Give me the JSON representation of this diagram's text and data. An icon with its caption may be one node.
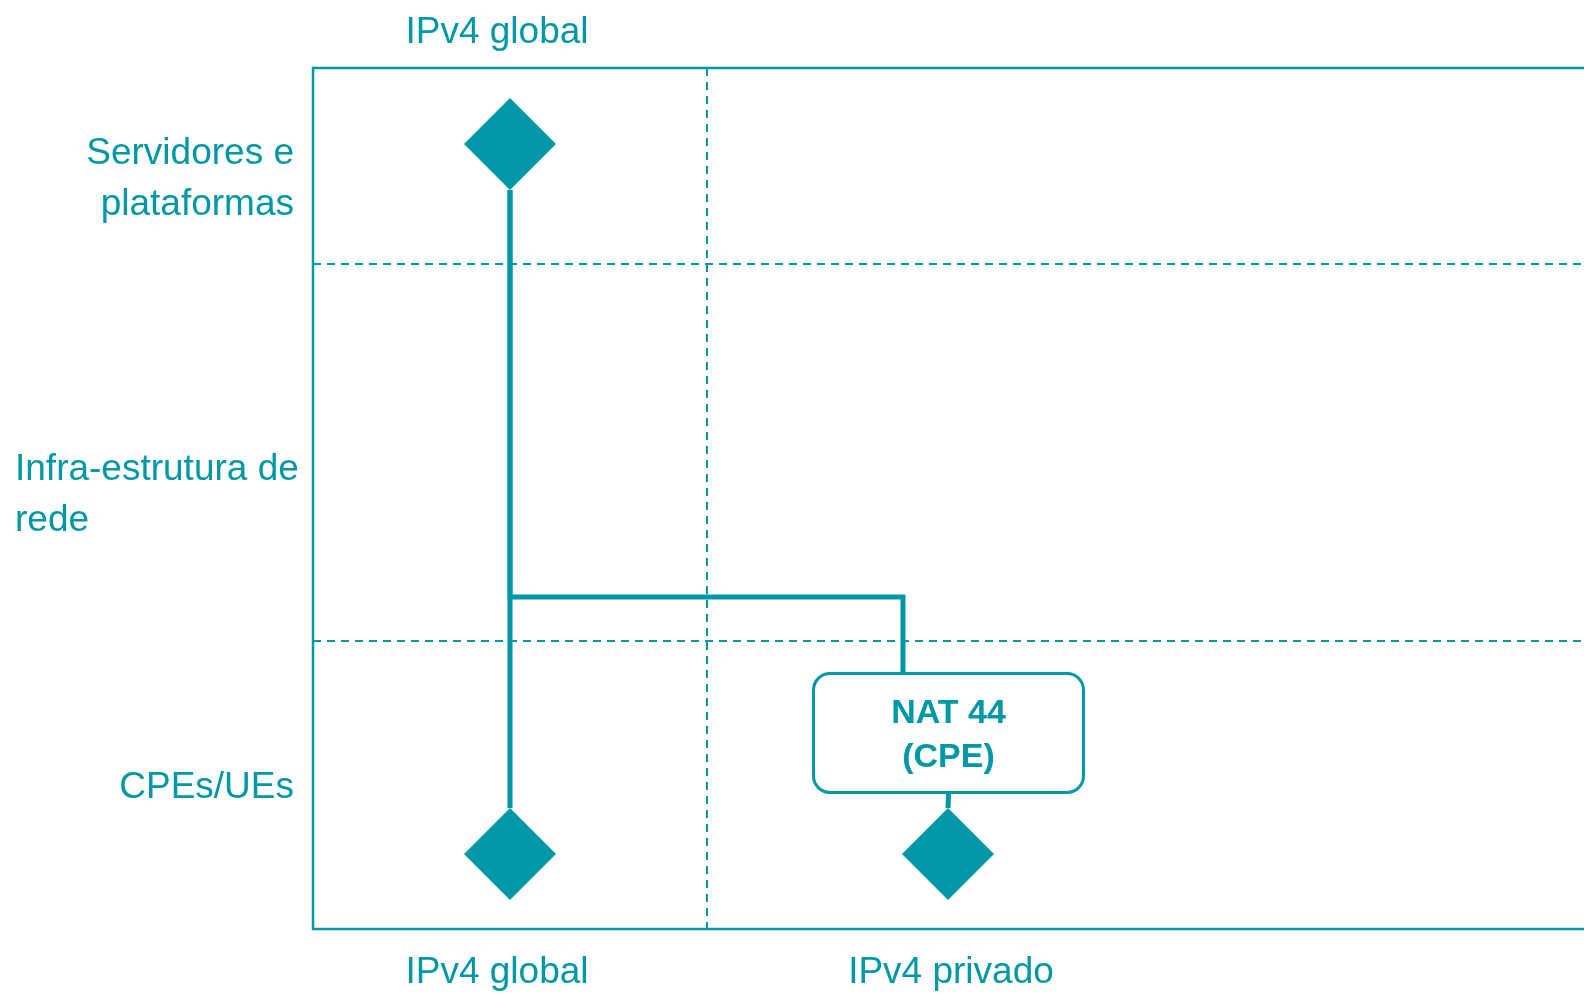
{
  "diagram": {
    "nodes": [
      {
        "text": [],
        "shape": "diamond"
      },
      {
        "text": [],
        "shape": "diamond"
      },
      {
        "text": [],
        "shape": "diamond"
      },
      {
        "text": [
          "NAT 44 (CPE)"
        ]
      }
    ],
    "edges": [
      {
        "from": 0,
        "to": 1,
        "arrow": "none"
      },
      {
        "from": 0,
        "to": 3,
        "arrow": "none"
      },
      {
        "from": 3,
        "to": 2,
        "arrow": "none"
      }
    ],
    "labels": [
      "IPv4 global",
      "Servidores e plataformas",
      "Infra-estrutura de rede",
      "CPEs/UEs",
      "IPv4 global",
      "IPv4 privado"
    ]
  }
}
